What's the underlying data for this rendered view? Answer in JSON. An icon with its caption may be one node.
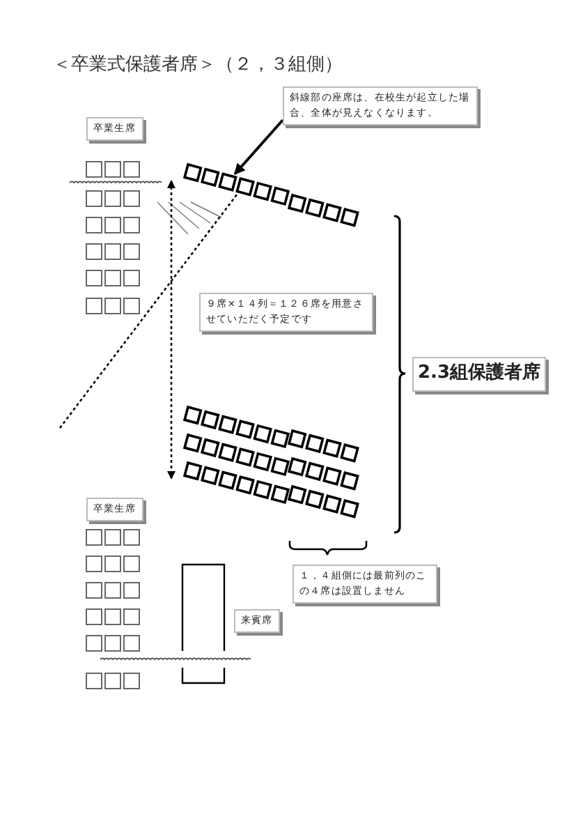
{
  "diagram": {
    "title": "＜卒業式保護者席＞（２，３組側）",
    "nodes": [
      {
        "text": [
          "卒業生席"
        ]
      },
      {
        "text": [
          "斜線部の座席は、在校生が起立した場合、全体が見えなくなります。"
        ]
      },
      {
        "text": [],
        "shape": "box"
      },
      {
        "text": [
          "９席×１４列＝１２６席を用意させていただく予定です"
        ]
      },
      {
        "text": [
          "2.3組保護者席"
        ]
      },
      {
        "text": [
          "卒業生席"
        ]
      },
      {
        "text": [
          "１，４組側には最前列のこの４席は設置しません"
        ]
      },
      {
        "text": [
          "来賓席"
        ]
      }
    ],
    "edges": [
      {
        "from": 1,
        "to": 2,
        "arrow": "to"
      }
    ]
  }
}
